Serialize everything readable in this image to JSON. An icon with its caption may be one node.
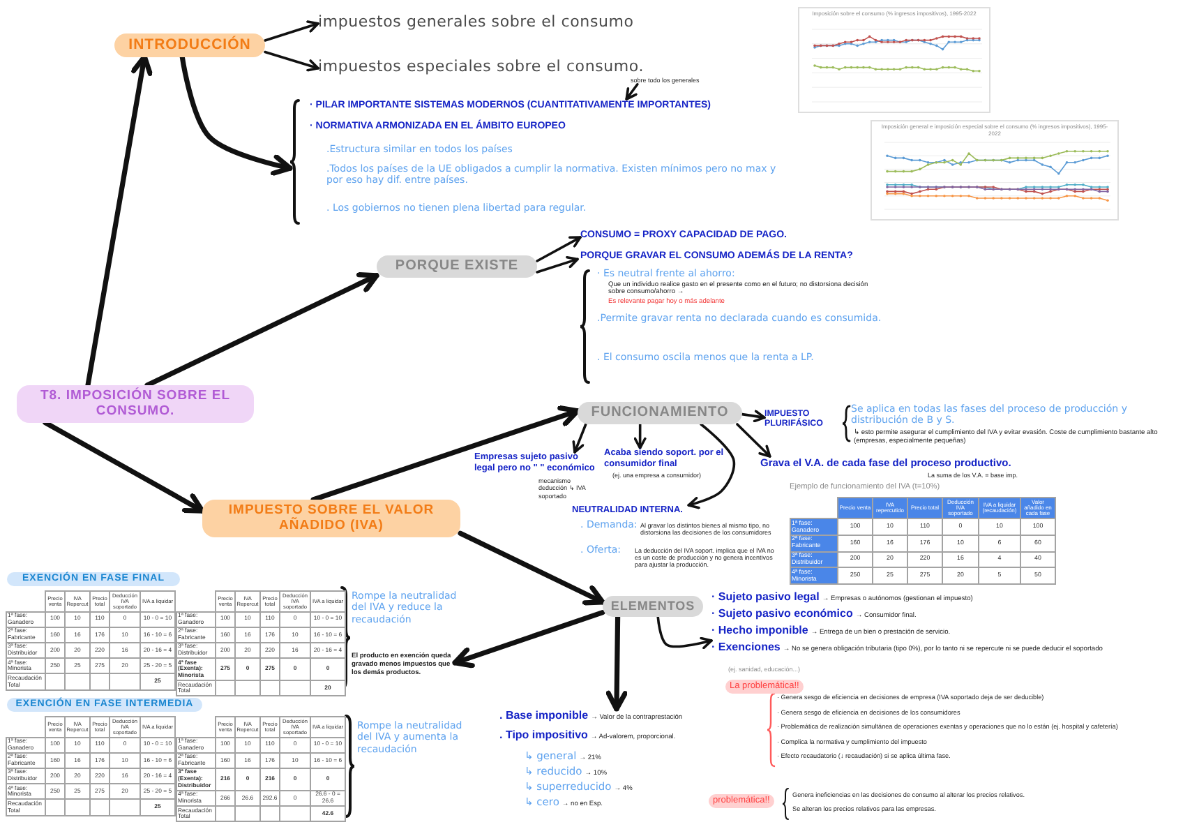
{
  "diagram": {
    "nodes": [
      {
        "text": [
          "T8. IMPOSICIÓN SOBRE EL CONSUMO."
        ]
      },
      {
        "text": [
          "INTRODUCCIÓN"
        ]
      },
      {
        "text": [
          "impuestos generales sobre el consumo"
        ]
      },
      {
        "text": [
          "impuestos especiales sobre el consumo."
        ]
      },
      {
        "text": [
          "sobre todo los generales"
        ]
      },
      {
        "text": [
          "· PILAR IMPORTANTE SISTEMAS MODERNOS (CUANTITATIVAMENTE IMPORTANTES)",
          "· NORMATIVA ARMONIZADA EN EL ÁMBITO EUROPEO",
          ".Estructura similar en todos los países",
          ".Todos los países de la UE obligados a cumplir la normativa. Existen mínimos pero no max y por eso hay dif. entre países.",
          ". Los gobiernos no tienen plena libertad para regular."
        ]
      },
      {
        "text": [
          "PORQUE EXISTE"
        ]
      },
      {
        "text": [
          "CONSUMO = PROXY CAPACIDAD DE PAGO."
        ]
      },
      {
        "text": [
          "PORQUE GRAVAR EL CONSUMO ADEMÁS DE LA RENTA?",
          "· Es neutral frente al ahorro:",
          "Que un individuo realice gasto en el presente como en el futuro; no distorsiona decisión sobre consumo/ahorro →",
          "Es relevante pagar hoy o más adelante",
          ".Permite gravar renta no declarada cuando es consumida.",
          ". El consumo oscila menos que la renta a LP."
        ]
      },
      {
        "text": [
          "IMPUESTO SOBRE EL VALOR AÑADIDO (IVA)"
        ]
      },
      {
        "text": [
          "FUNCIONAMIENTO"
        ]
      },
      {
        "text": [
          "IMPUESTO PLURIFÁSICO",
          "Se aplica en todas las fases del proceso de producción y distribución de B y S.",
          "↳ esto permite asegurar el cumplimiento del IVA y evitar evasión. Coste de cumplimiento bastante alto (empresas, especialmente pequeñas)"
        ]
      },
      {
        "text": [
          "Empresas sujeto pasivo legal pero no \" \" económico",
          "mecanismo deducción ↳ IVA soportado"
        ]
      },
      {
        "text": [
          "Acaba siendo soport. por el consumidor final",
          "(ej. una empresa a consumidor)"
        ]
      },
      {
        "text": [
          "NEUTRALIDAD INTERNA.",
          ". Demanda:",
          "Al gravar los distintos bienes al mismo tipo, no distorsiona las decisiones de los consumidores",
          ". Oferta:",
          "La deducción del IVA soport. implica que el IVA no es un coste de producción y no genera incentivos para ajustar la producción."
        ]
      },
      {
        "text": [
          "Grava el V.A. de cada fase del proceso productivo.",
          "La suma de los V.A. = base imp."
        ]
      },
      {
        "text": [
          "ELEMENTOS"
        ]
      },
      {
        "text": [
          "· Sujeto pasivo legal",
          "→ Empresas o autónomos (gestionan el impuesto)",
          "· Sujeto pasivo económico",
          "→ Consumidor final.",
          "· Hecho imponible",
          "→ Entrega de un bien o prestación de servicio.",
          "· Exenciones",
          "→ No se genera obligación tributaria (tipo 0%), por lo tanto ni se repercute ni se puede deducir el soportado",
          "(ej. sanidad, educación...)"
        ]
      },
      {
        "text": [
          "La problemática!!"
        ]
      },
      {
        "text": [
          ". Base imponible",
          "→ Valor de la contraprestación",
          ". Tipo impositivo",
          "→ Ad-valorem, proporcional.",
          "↳ general",
          "→ 21%",
          "↳ reducido",
          "→ 10%",
          "↳ superreducido",
          "→ 4%",
          "↳ cero",
          "→ no en Esp."
        ]
      },
      {
        "text": [
          "problemática!!"
        ]
      },
      {
        "text": [
          "EXENCIÓN EN FASE FINAL"
        ]
      },
      {
        "text": [
          "EXENCIÓN EN FASE INTERMEDIA"
        ]
      },
      {
        "text": [
          "El producto en exención queda gravado menos impuestos que los demás productos."
        ]
      }
    ],
    "edges": [
      {
        "from": 0,
        "to": 1,
        "arrow": "to",
        "style": "thick"
      },
      {
        "from": 1,
        "to": 2,
        "arrow": "to"
      },
      {
        "from": 1,
        "to": 3,
        "arrow": "to"
      },
      {
        "from": 1,
        "to": 5,
        "arrow": "to",
        "style": "thick"
      },
      {
        "from": 4,
        "to": 5,
        "arrow": "to"
      },
      {
        "from": 0,
        "to": 6,
        "arrow": "to",
        "style": "thick"
      },
      {
        "from": 6,
        "to": 7,
        "arrow": "to"
      },
      {
        "from": 6,
        "to": 8,
        "arrow": "to"
      },
      {
        "from": 0,
        "to": 9,
        "arrow": "to",
        "style": "thick"
      },
      {
        "from": 9,
        "to": 10,
        "arrow": "to",
        "style": "thick"
      },
      {
        "from": 10,
        "to": 11,
        "arrow": "to"
      },
      {
        "from": 10,
        "to": 12,
        "arrow": "to"
      },
      {
        "from": 10,
        "to": 13,
        "arrow": "to"
      },
      {
        "from": 10,
        "to": 14,
        "arrow": "to"
      },
      {
        "from": 10,
        "to": 15,
        "arrow": "to"
      },
      {
        "from": 9,
        "to": 16,
        "arrow": "to",
        "style": "thick"
      },
      {
        "from": 16,
        "to": 23,
        "arrow": "to",
        "style": "thick"
      },
      {
        "from": 16,
        "to": 19,
        "arrow": "to",
        "style": "thick"
      },
      {
        "from": 16,
        "to": 17,
        "arrow": "to"
      }
    ],
    "labels": [
      "Imposición sobre el consumo (% ingresos impositivos), 1995-2022",
      "Imposición general e imposición especial sobre el consumo (% ingresos impositivos), 1995-2022",
      "Ejemplo de funcionamiento del IVA (t=10%)",
      "Precio venta",
      "IVA repercutido",
      "Precio total",
      "Deducción IVA soportado",
      "IVA a liquidar (recaudación)",
      "Valor añadido en cada fase",
      "1ª fase: Ganadero",
      "100",
      "10",
      "110",
      "0",
      "10",
      "100",
      "2ª fase: Fabricante",
      "160",
      "16",
      "176",
      "10",
      "6",
      "60",
      "3ª fase: Distribuidor",
      "200",
      "20",
      "220",
      "16",
      "4",
      "40",
      "4ª fase: Minorista",
      "250",
      "25",
      "275",
      "20",
      "5",
      "50",
      "· Genera sesgo de eficiencia en decisiones de empresa (IVA soportado deja de ser deducible)",
      "· Genera sesgo de eficiencia en decisiones de los consumidores",
      "· Problemática de realización simultánea de operaciones exentas y operaciones que no lo están (ej. hospital y cafetería)",
      "· Complica la normativa y cumplimiento del impuesto",
      "· Efecto recaudatorio (↓ recaudación) si se aplica última fase.",
      "Genera ineficiencias en las decisiones de consumo al alterar los precios relativos.",
      "Se alteran los precios relativos para las empresas.",
      "Rompe la neutralidad del IVA y reduce la recaudación",
      "Precio venta",
      "IVA Repercut",
      "Precio total",
      "Deducción IVA soportado",
      "IVA a liquidar",
      "1ª fase: Ganadero",
      "100",
      "10",
      "110",
      "0",
      "10 - 0 = 10",
      "2ª fase: Fabricante",
      "160",
      "16",
      "176",
      "10",
      "16 - 10 = 6",
      "3ª fase: Distribuidor",
      "200",
      "20",
      "220",
      "16",
      "20 - 16 = 4",
      "4ª fase: Minorista",
      "250",
      "25",
      "275",
      "20",
      "25 - 20 = 5",
      "Recaudación Total",
      "25",
      "Precio venta",
      "IVA Repercut",
      "Precio total",
      "Deducción IVA soportado",
      "IVA a liquidar",
      "1ª fase: Ganadero",
      "100",
      "10",
      "110",
      "0",
      "10 - 0 = 10",
      "2ª fase: Fabricante",
      "160",
      "16",
      "176",
      "10",
      "16 - 10 = 6",
      "3ª fase: Distribuidor",
      "200",
      "20",
      "220",
      "16",
      "20 - 16 = 4",
      "4ª fase (Exenta): Minorista",
      "275",
      "0",
      "275",
      "0",
      "0",
      "Recaudación Total",
      "20",
      "Rompe la neutralidad del IVA y aumenta la recaudación",
      "Precio venta",
      "IVA Repercut",
      "Precio total",
      "Deducción IVA soportado",
      "IVA a liquidar",
      "1ª fase: Ganadero",
      "100",
      "10",
      "110",
      "0",
      "10 - 0 = 10",
      "2ª fase: Fabricante",
      "160",
      "16",
      "176",
      "10",
      "16 - 10 = 6",
      "3ª fase: Distribuidor",
      "200",
      "20",
      "220",
      "16",
      "20 - 16 = 4",
      "4ª fase: Minorista",
      "250",
      "25",
      "275",
      "20",
      "25 - 20 = 5",
      "Recaudación Total",
      "25",
      "Precio venta",
      "IVA Repercut",
      "Precio total",
      "Deducción IVA soportado",
      "IVA a liquidar",
      "1ª fase: Ganadero",
      "100",
      "10",
      "110",
      "0",
      "10 - 0 = 10",
      "2ª fase: Fabricante",
      "160",
      "16",
      "176",
      "10",
      "16 - 10 = 6",
      "3ª fase (Exenta): Distribuidor",
      "216",
      "0",
      "216",
      "0",
      "0",
      "4ª fase: Minorista",
      "266",
      "26.6",
      "292.6",
      "0",
      "26.6 - 0 = 26.6",
      "Recaudación Total",
      "42.6"
    ]
  }
}
